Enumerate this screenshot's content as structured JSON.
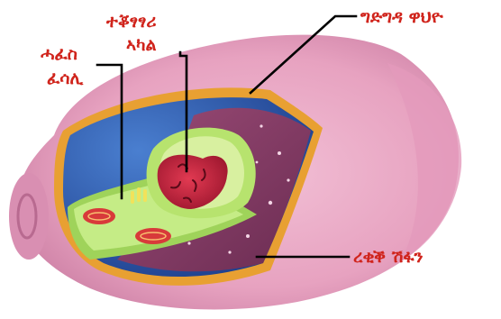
{
  "diagram": {
    "labels": {
      "nucleus_line1": "ተቖፃፃሪ",
      "nucleus_line2": "ኣካል",
      "cell_wall": "ግድግዳ ዋህዮ",
      "chloroplast_line1": "ሓፈስ",
      "chloroplast_line2": "ፈሳሊ",
      "cytoplasm": "ረቂቕ ሽፋን"
    },
    "colors": {
      "label_text": "#d0241c",
      "leader_line": "#000000",
      "cell_outer": "#e9a7c3",
      "cell_membrane": "#e8a032",
      "vacuole": "#2f5aa8",
      "cytoplasm": "#8a3e66",
      "chloroplast_green": "#b7e36e",
      "nucleus": "#c8203a"
    }
  }
}
